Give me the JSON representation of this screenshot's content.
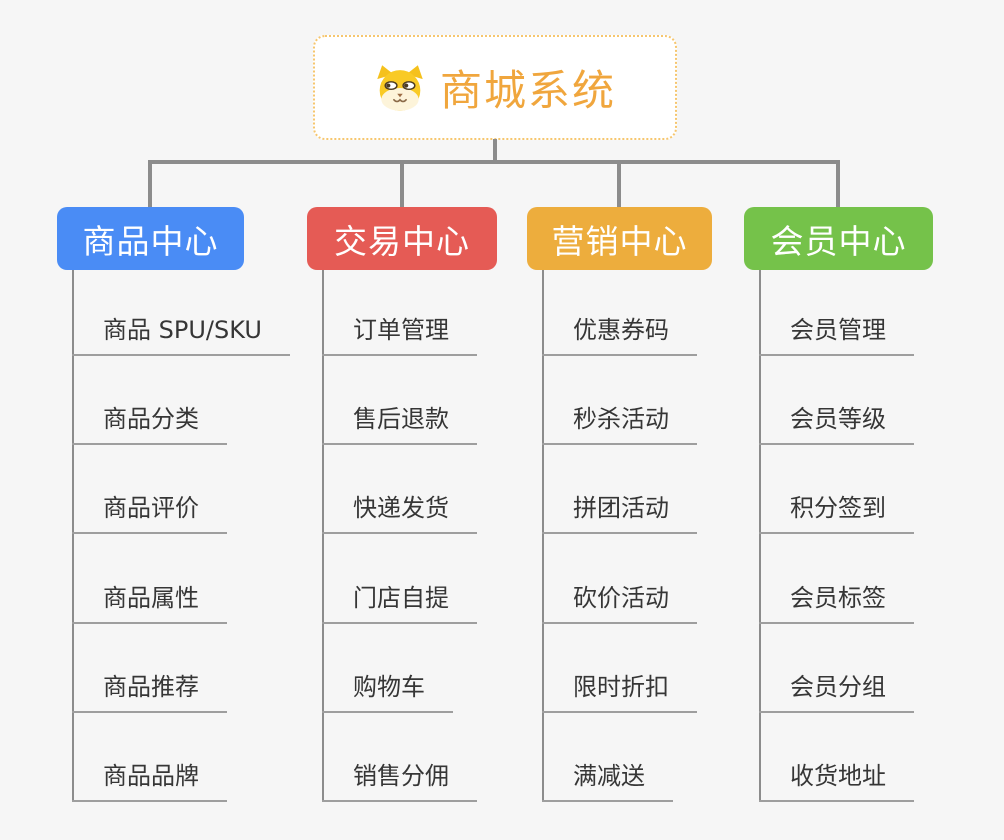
{
  "root": {
    "title": "商城系统",
    "icon": "shiba-dog-icon"
  },
  "colors": {
    "background": "#f6f6f6",
    "connector": "#8c8c8c",
    "underline": "#9e9e9e",
    "item_text": "#363636",
    "root_text": "#f0a63d",
    "root_border": "#f6c66e",
    "root_bg": "#ffffff"
  },
  "branches": [
    {
      "label": "商品中心",
      "color": "#4a8cf5",
      "items": [
        "商品 SPU/SKU",
        "商品分类",
        "商品评价",
        "商品属性",
        "商品推荐",
        "商品品牌"
      ]
    },
    {
      "label": "交易中心",
      "color": "#e55b55",
      "items": [
        "订单管理",
        "售后退款",
        "快递发货",
        "门店自提",
        "购物车",
        "销售分佣"
      ]
    },
    {
      "label": "营销中心",
      "color": "#edad3d",
      "items": [
        "优惠券码",
        "秒杀活动",
        "拼团活动",
        "砍价活动",
        "限时折扣",
        "满减送"
      ]
    },
    {
      "label": "会员中心",
      "color": "#75c24a",
      "items": [
        "会员管理",
        "会员等级",
        "积分签到",
        "会员标签",
        "会员分组",
        "收货地址"
      ]
    }
  ]
}
